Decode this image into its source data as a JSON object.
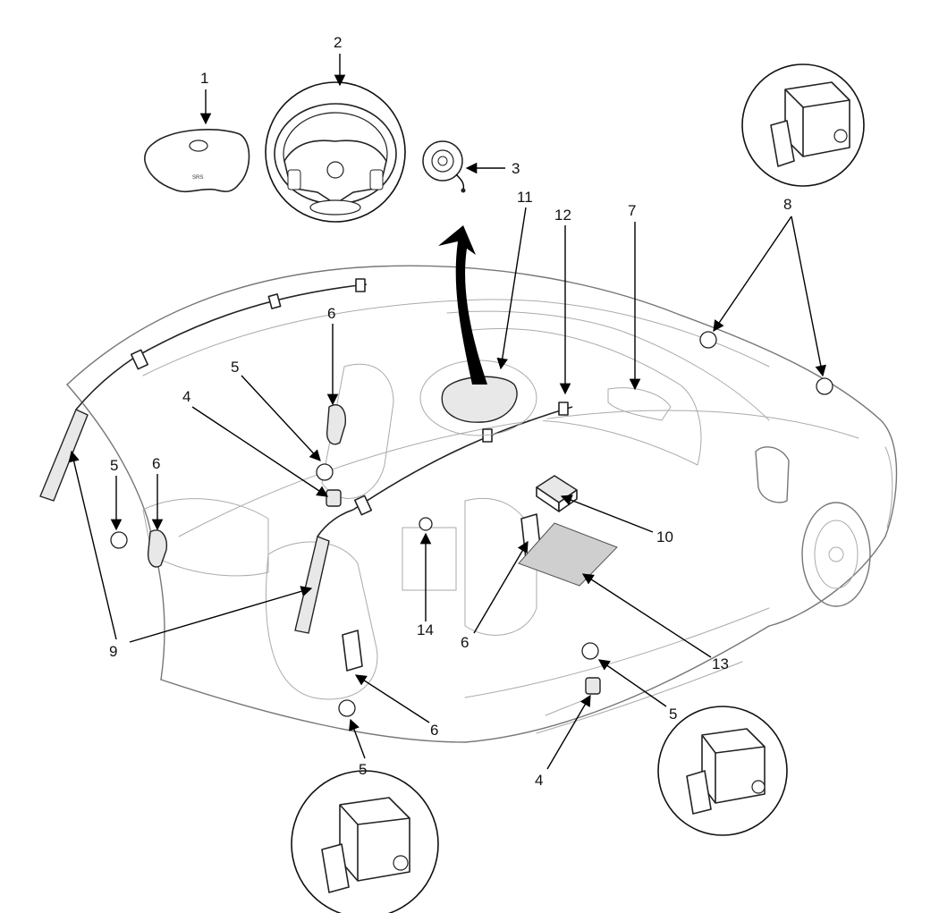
{
  "callouts": {
    "c1": "1",
    "c2": "2",
    "c3": "3",
    "c4a": "4",
    "c4b": "4",
    "c5a": "5",
    "c5b": "5",
    "c5c": "5",
    "c5d": "5",
    "c6a": "6",
    "c6b": "6",
    "c6c": "6",
    "c6d": "6",
    "c7": "7",
    "c8": "8",
    "c9": "9",
    "c10": "10",
    "c11": "11",
    "c12": "12",
    "c13": "13",
    "c14": "14"
  },
  "icons": {
    "driver_airbag": "steering-pad-icon",
    "steering_wheel": "steering-wheel-icon",
    "clock_spring": "clock-spring-icon",
    "sensor": "crash-sensor-icon",
    "lift_arrow": "curved-arrow-icon"
  },
  "colors": {
    "ink": "#111111",
    "car_line": "#777777"
  }
}
